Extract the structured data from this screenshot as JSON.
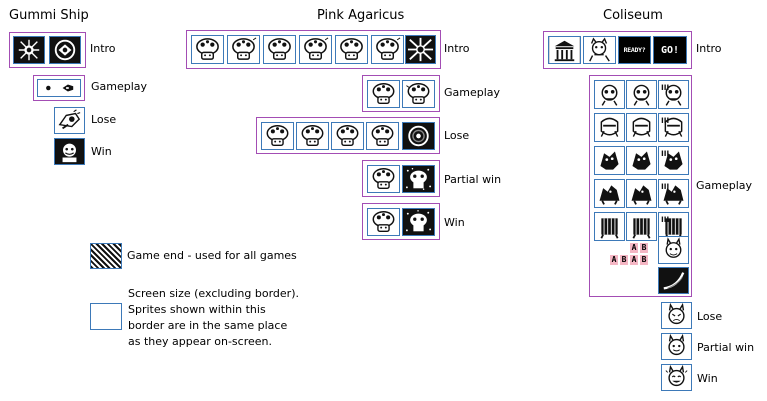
{
  "sections": {
    "gummi": {
      "title": "Gummi Ship",
      "labels": {
        "intro": "Intro",
        "gameplay": "Gameplay",
        "lose": "Lose",
        "win": "Win"
      },
      "icons": {
        "intro": [
          "gummi-burst-icon",
          "gummi-ship-icon"
        ],
        "gameplay": "gummi-gameplay-icon",
        "lose": "gummi-lose-icon",
        "win": "gummi-win-icon"
      }
    },
    "pink": {
      "title": "Pink Agaricus",
      "labels": {
        "intro": "Intro",
        "gameplay": "Gameplay",
        "lose": "Lose",
        "partial_win": "Partial win",
        "win": "Win"
      },
      "icons": {
        "mushroom": "mushroom-icon",
        "burst": "burst-icon",
        "portal": "dark-portal-icon",
        "sparkle": "sparkle-mushroom-icon"
      }
    },
    "coliseum": {
      "title": "Coliseum",
      "labels": {
        "intro": "Intro",
        "gameplay": "Gameplay",
        "lose": "Lose",
        "partial_win": "Partial win",
        "win": "Win"
      },
      "intro_texts": {
        "ready": "READY?",
        "go": "GO!"
      },
      "cards_top": [
        "A",
        "B"
      ],
      "cards_bottom": [
        "A",
        "B",
        "A",
        "B"
      ],
      "icons": {
        "coliseum": "coliseum-building-icon",
        "creature": "creature-icon",
        "enemy": "enemy-icon",
        "card": "letter-card-icon",
        "slash": "slash-icon"
      }
    }
  },
  "legend": {
    "game_end": "Game end - used for all games",
    "screen_size": "Screen size (excluding border). Sprites shown within this border are in the same place as they appear on-screen.",
    "screen_size_lines": [
      "Screen size (excluding border).",
      "Sprites shown within this",
      "border are in the same place",
      "as they appear on-screen."
    ],
    "colors": {
      "group_border": "#a34db4",
      "screen_border": "#3d79b8",
      "card_fill": "#f4b6c4"
    }
  }
}
